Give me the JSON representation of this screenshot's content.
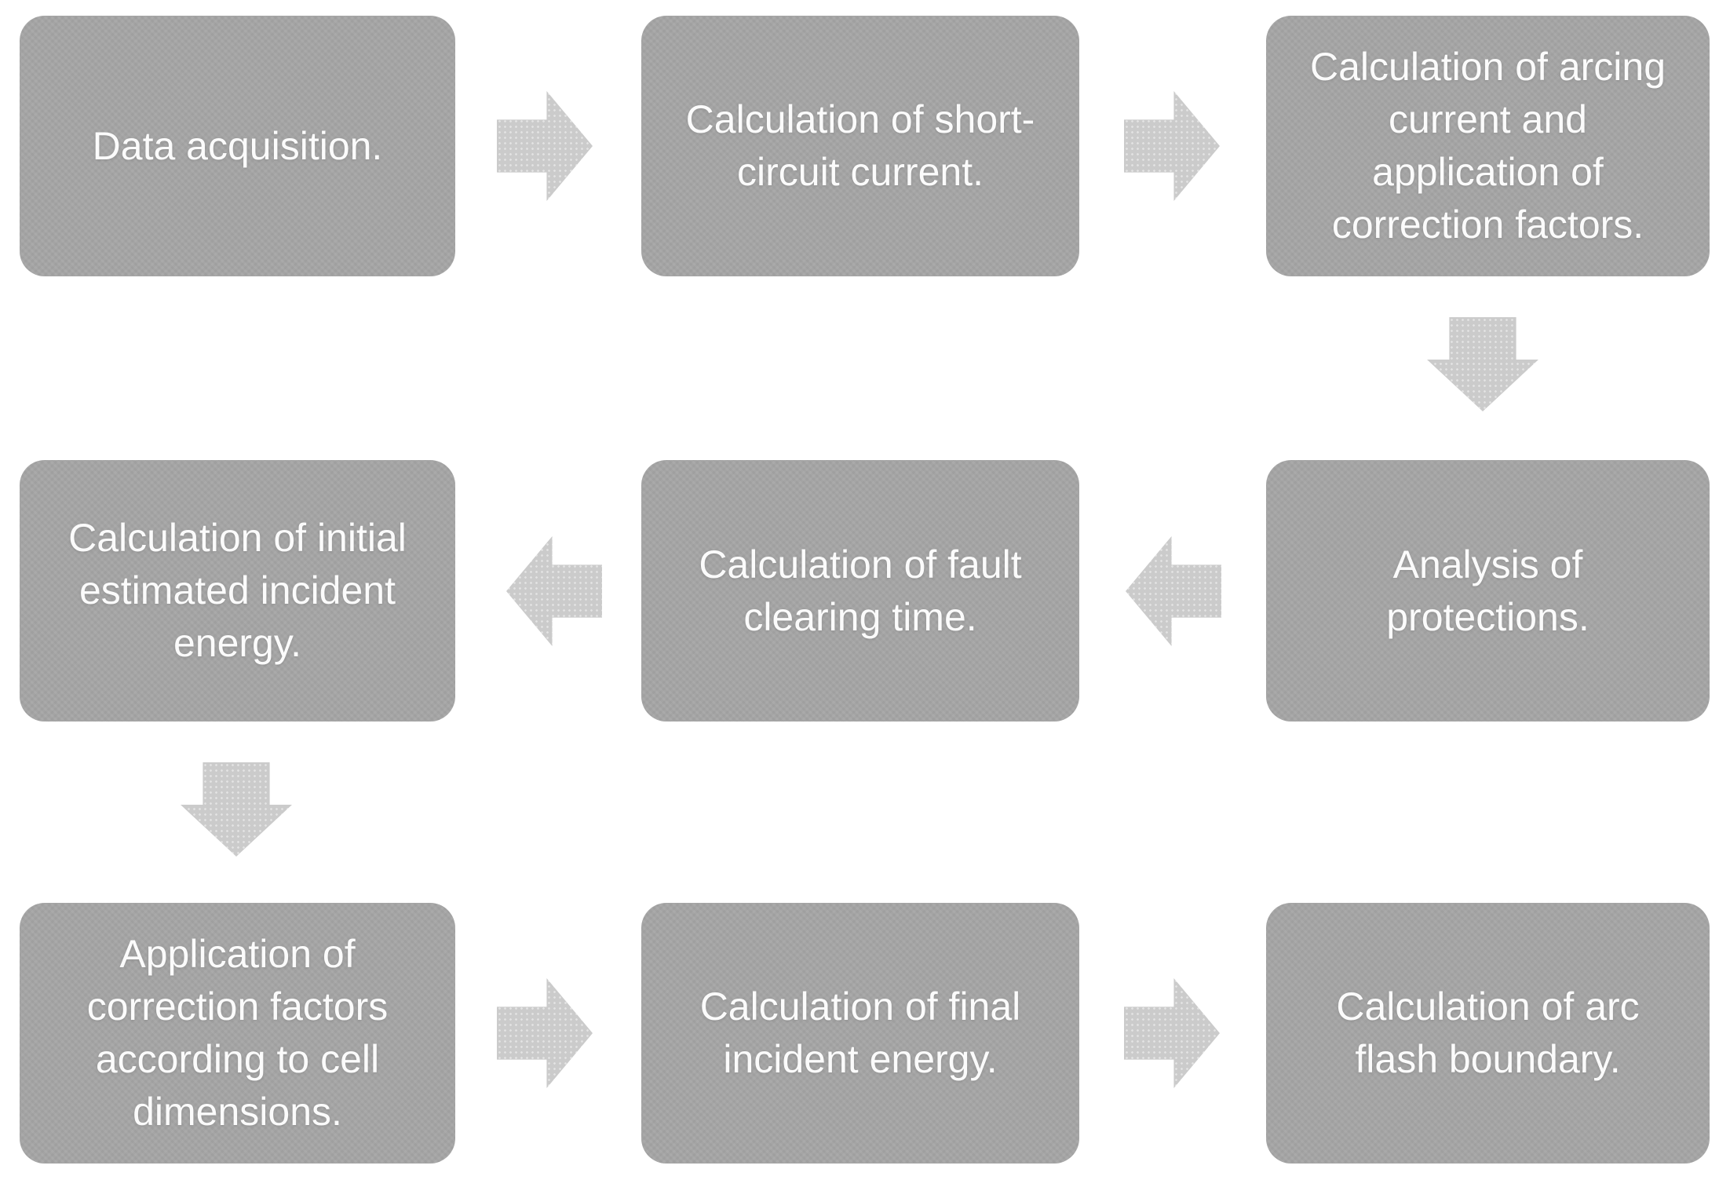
{
  "diagram": {
    "type": "process-flow",
    "colors": {
      "box": "#a5a5a5",
      "arrow": "#cbcbcb",
      "text": "#fbfbfb",
      "background": "#ffffff"
    },
    "steps": [
      {
        "order": 1,
        "label": "Data acquisition."
      },
      {
        "order": 2,
        "label": "Calculation of short-\ncircuit current."
      },
      {
        "order": 3,
        "label": "Calculation of arcing\ncurrent and\napplication of\ncorrection factors."
      },
      {
        "order": 4,
        "label": "Analysis of\nprotections."
      },
      {
        "order": 5,
        "label": "Calculation of fault\nclearing time."
      },
      {
        "order": 6,
        "label": "Calculation of initial\nestimated incident\nenergy."
      },
      {
        "order": 7,
        "label": "Application of\ncorrection factors\naccording to cell\ndimensions."
      },
      {
        "order": 8,
        "label": "Calculation of final\nincident energy."
      },
      {
        "order": 9,
        "label": "Calculation of arc\nflash boundary."
      }
    ],
    "connectors": [
      {
        "from": 1,
        "to": 2,
        "direction": "right"
      },
      {
        "from": 2,
        "to": 3,
        "direction": "right"
      },
      {
        "from": 3,
        "to": 4,
        "direction": "down"
      },
      {
        "from": 4,
        "to": 5,
        "direction": "left"
      },
      {
        "from": 5,
        "to": 6,
        "direction": "left"
      },
      {
        "from": 6,
        "to": 7,
        "direction": "down"
      },
      {
        "from": 7,
        "to": 8,
        "direction": "right"
      },
      {
        "from": 8,
        "to": 9,
        "direction": "right"
      }
    ]
  }
}
